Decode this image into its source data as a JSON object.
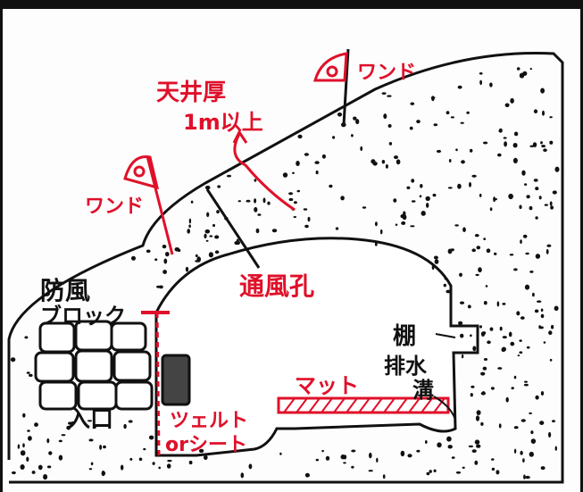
{
  "labels": {
    "ceiling_thickness_1": "天井厚",
    "ceiling_thickness_2": "1m以上",
    "wand_top": "ワンド",
    "wand_left": "ワンド",
    "vent_hole": "通風孔",
    "windbreak_1": "防風",
    "windbreak_2": "ブロック",
    "entrance": "入口",
    "shelter_1": "ツェルト",
    "shelter_2": "orシート",
    "mat": "マット",
    "shelf": "棚",
    "drain_1": "排水",
    "drain_2": "溝"
  },
  "colors": {
    "ink": "#111111",
    "annotation": "#e0102a",
    "paper": "#fdfdfd"
  }
}
